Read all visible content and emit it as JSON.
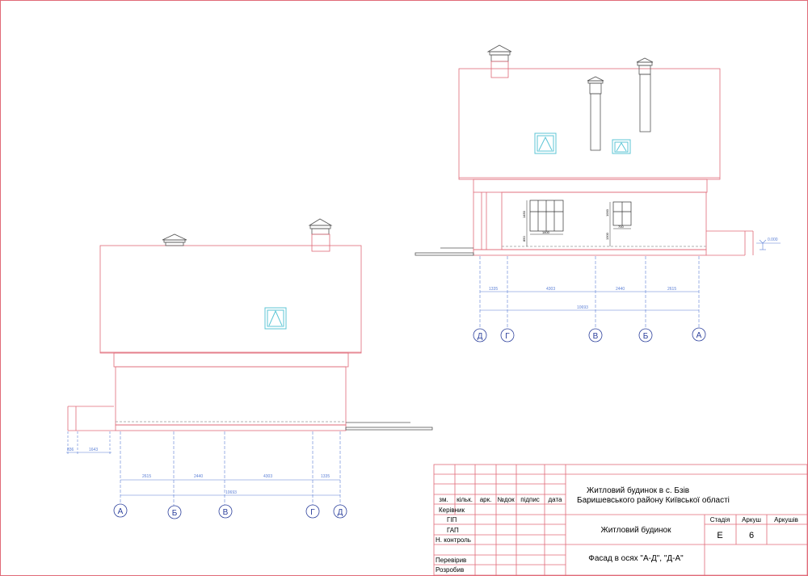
{
  "colors": {
    "outline": "#e06a78",
    "dimension": "#5b7fd6",
    "axis": "#2b3f9c",
    "window": "#5cc6d6",
    "detail": "#333333",
    "frame": "#e06a78"
  },
  "left_facade": {
    "dims_top": [
      "2615",
      "2440",
      "4303",
      "1335"
    ],
    "dim_total": "10693",
    "dims_porch": [
      "836",
      "1643"
    ],
    "axes": [
      "А",
      "Б",
      "В",
      "Г",
      "Д"
    ]
  },
  "right_facade": {
    "dims_top": [
      "1335",
      "4303",
      "2440",
      "2615"
    ],
    "dim_total": "10693",
    "axes": [
      "Д",
      "Г",
      "В",
      "Б",
      "А"
    ],
    "level_mark": "0.000",
    "window1": {
      "height": "1450",
      "width": "1400",
      "sill": "850"
    },
    "window2": {
      "height": "1000",
      "width": "700",
      "sill": "1300"
    }
  },
  "title_block": {
    "header": [
      "зм.",
      "кільк.",
      "арк.",
      "№док",
      "підпис",
      "дата"
    ],
    "roles": [
      "Керівник",
      "ГІП",
      "ГАП",
      "Н. контроль",
      "",
      "Перевірив",
      "Розробив"
    ],
    "project_line1": "Житловий будинок в с. Бзів",
    "project_line2": "Баришевського району  Київської області",
    "object": "Житловий будинок",
    "sheet_title": "Фасад в осях \"А-Д\", \"Д-А\"",
    "stage_label": "Стадія",
    "sheet_label": "Аркуш",
    "sheets_label": "Аркушів",
    "stage": "Е",
    "sheet": "6",
    "sheets": ""
  }
}
